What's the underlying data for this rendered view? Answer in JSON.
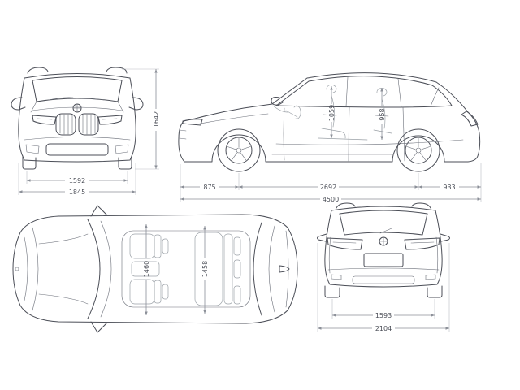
{
  "diagram": {
    "subject": "vehicle-dimensions-blueprint",
    "unit": "mm",
    "colors": {
      "background": "#ffffff",
      "car_line": "#4b4e57",
      "dimension_line": "#8b8f98",
      "label_text": "#4b4e57"
    }
  },
  "views": {
    "front": {
      "name": "front-view",
      "dims": {
        "track_width": "1592",
        "overall_width": "1845",
        "overall_height": "1642"
      }
    },
    "side": {
      "name": "side-view",
      "dims": {
        "front_overhang": "875",
        "wheelbase": "2692",
        "rear_overhang": "933",
        "overall_length": "4500",
        "front_headroom": "1059",
        "rear_headroom": "958"
      }
    },
    "top": {
      "name": "top-view",
      "dims": {
        "front_interior_width": "1460",
        "rear_interior_width": "1458"
      }
    },
    "rear": {
      "name": "rear-view",
      "dims": {
        "rear_track_width": "1593",
        "overall_width_with_mirrors": "2104"
      }
    }
  }
}
